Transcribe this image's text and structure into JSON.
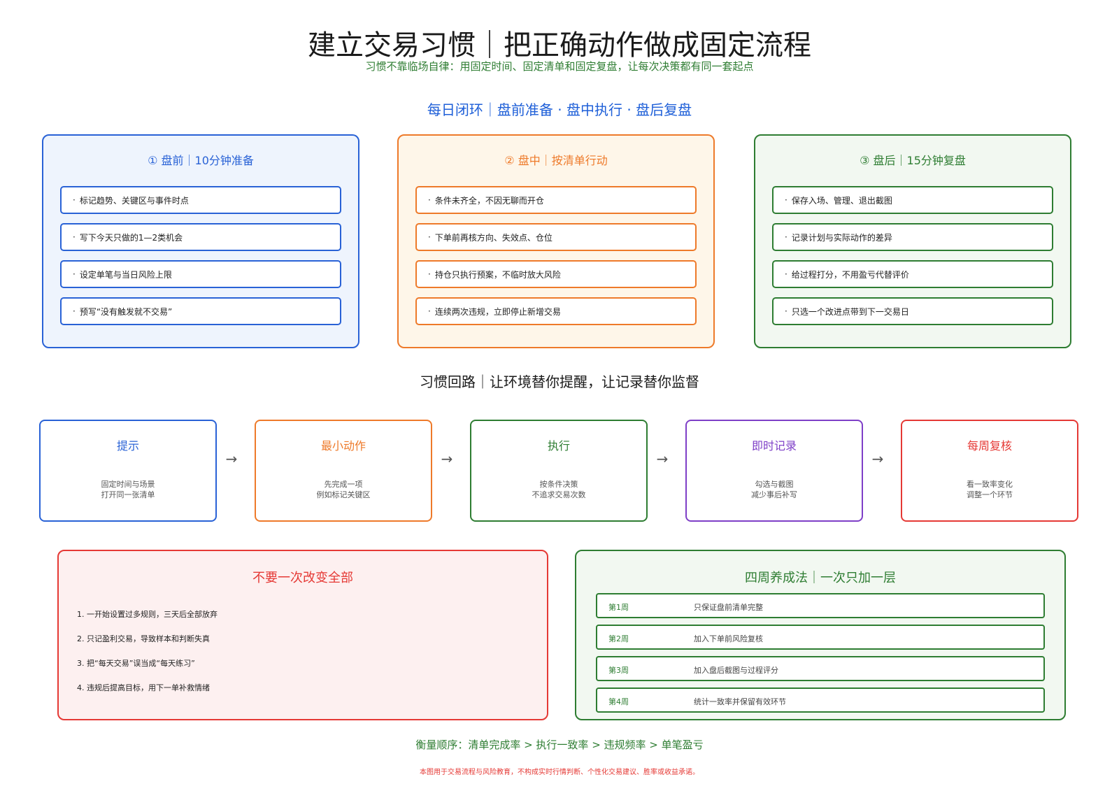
{
  "header": {
    "title": "建立交易习惯｜把正确动作做成固定流程",
    "subtitle": "习惯不靠临场自律：用固定时间、固定清单和固定复盘，让每次决策都有同一套起点"
  },
  "daily_loop": {
    "title": "每日闭环｜盘前准备 · 盘中执行 · 盘后复盘",
    "panels": [
      {
        "title": "① 盘前｜10分钟准备",
        "color": "#2962d6",
        "items": [
          "标记趋势、关键区与事件时点",
          "写下今天只做的1—2类机会",
          "设定单笔与当日风险上限",
          "预写“没有触发就不交易”"
        ]
      },
      {
        "title": "② 盘中｜按清单行动",
        "color": "#ee7a2a",
        "items": [
          "条件未齐全，不因无聊而开仓",
          "下单前再核方向、失效点、仓位",
          "持仓只执行预案，不临时放大风险",
          "连续两次违规，立即停止新增交易"
        ]
      },
      {
        "title": "③ 盘后｜15分钟复盘",
        "color": "#2e7d32",
        "items": [
          "保存入场、管理、退出截图",
          "记录计划与实际动作的差异",
          "给过程打分，不用盈亏代替评价",
          "只选一个改进点带到下一交易日"
        ]
      }
    ]
  },
  "habit_loop": {
    "title": "习惯回路｜让环境替你提醒，让记录替你监督",
    "arrow": "→",
    "steps": [
      {
        "title": "提示",
        "color": "#2962d6",
        "line1": "固定时间与场景",
        "line2": "打开同一张清单"
      },
      {
        "title": "最小动作",
        "color": "#ee7a2a",
        "line1": "先完成一项",
        "line2": "例如标记关键区"
      },
      {
        "title": "执行",
        "color": "#2e7d32",
        "line1": "按条件决策",
        "line2": "不追求交易次数"
      },
      {
        "title": "即时记录",
        "color": "#7e3fc7",
        "line1": "勾选与截图",
        "line2": "减少事后补写"
      },
      {
        "title": "每周复核",
        "color": "#e53935",
        "line1": "看一致率变化",
        "line2": "调整一个环节"
      }
    ]
  },
  "warnings": {
    "title": "不要一次改变全部",
    "items": [
      "1. 一开始设置过多规则，三天后全部放弃",
      "2. 只记盈利交易，导致样本和判断失真",
      "3. 把“每天交易”误当成“每天练习”",
      "4. 违规后提高目标，用下一单补救情绪"
    ]
  },
  "four_weeks": {
    "title": "四周养成法｜一次只加一层",
    "rows": [
      {
        "week": "第1周",
        "desc": "只保证盘前清单完整"
      },
      {
        "week": "第2周",
        "desc": "加入下单前风险复核"
      },
      {
        "week": "第3周",
        "desc": "加入盘后截图与过程评分"
      },
      {
        "week": "第4周",
        "desc": "统计一致率并保留有效环节"
      }
    ]
  },
  "footer": {
    "measure": "衡量顺序：清单完成率 > 执行一致率 > 违规频率 > 单笔盈亏",
    "disclaimer": "本图用于交易流程与风险教育，不构成实时行情判断、个性化交易建议、胜率或收益承诺。"
  }
}
